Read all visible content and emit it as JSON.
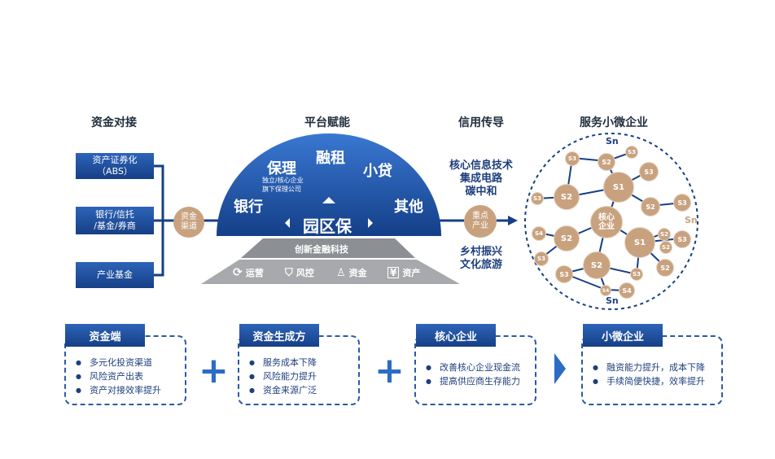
{
  "headers": {
    "funding": "资金对接",
    "platform": "平台赋能",
    "credit": "信用传导",
    "service": "服务小微企业"
  },
  "sources": [
    {
      "line1": "资产证券化",
      "line2": "（ABS）"
    },
    {
      "line1": "银行/信托",
      "line2": "/基金/券商"
    },
    {
      "line1": "产业基金",
      "line2": ""
    }
  ],
  "channel": {
    "line1": "资金",
    "line2": "渠道"
  },
  "dome": {
    "baoli": "保理",
    "baoli_sub1": "独立/核心企业",
    "baoli_sub2": "旗下保理公司",
    "rongzu": "融租",
    "xiaodai": "小贷",
    "yinhang": "银行",
    "qita": "其他",
    "center": "园区保",
    "fintech": "创新金融科技",
    "ops": "运营",
    "risk": "风控",
    "funds": "资金",
    "assets": "资产"
  },
  "credit_top": [
    "核心信息技术",
    "集成电路",
    "碳中和"
  ],
  "credit_bottom": [
    "乡村振兴",
    "文化旅游"
  ],
  "key_industry": {
    "line1": "重点",
    "line2": "产业"
  },
  "network": {
    "core": {
      "line1": "核心",
      "line2": "企业"
    },
    "nodes": [
      {
        "id": "S1",
        "label": "S1"
      },
      {
        "id": "S2",
        "label": "S2"
      },
      {
        "id": "S3",
        "label": "S3"
      },
      {
        "id": "S4",
        "label": "S4"
      }
    ],
    "sn": "Sn"
  },
  "cards": [
    {
      "title": "资金端",
      "items": [
        "多元化投资渠道",
        "风险资产出表",
        "资产对接效率提升"
      ]
    },
    {
      "title": "资金生成方",
      "items": [
        "服务成本下降",
        "风险能力提升",
        "资金来源广泛"
      ]
    },
    {
      "title": "核心企业",
      "items": [
        "改善核心企业现金流",
        "提高供应商生存能力"
      ]
    },
    {
      "title": "小微企业",
      "items": [
        "融资能力提升，成本下降",
        "手续简便快捷，效率提升"
      ]
    }
  ],
  "colors": {
    "blue_dark": "#163f86",
    "blue": "#2d64b8",
    "tan": "#c8a27f",
    "gray": "#8c8f93"
  }
}
